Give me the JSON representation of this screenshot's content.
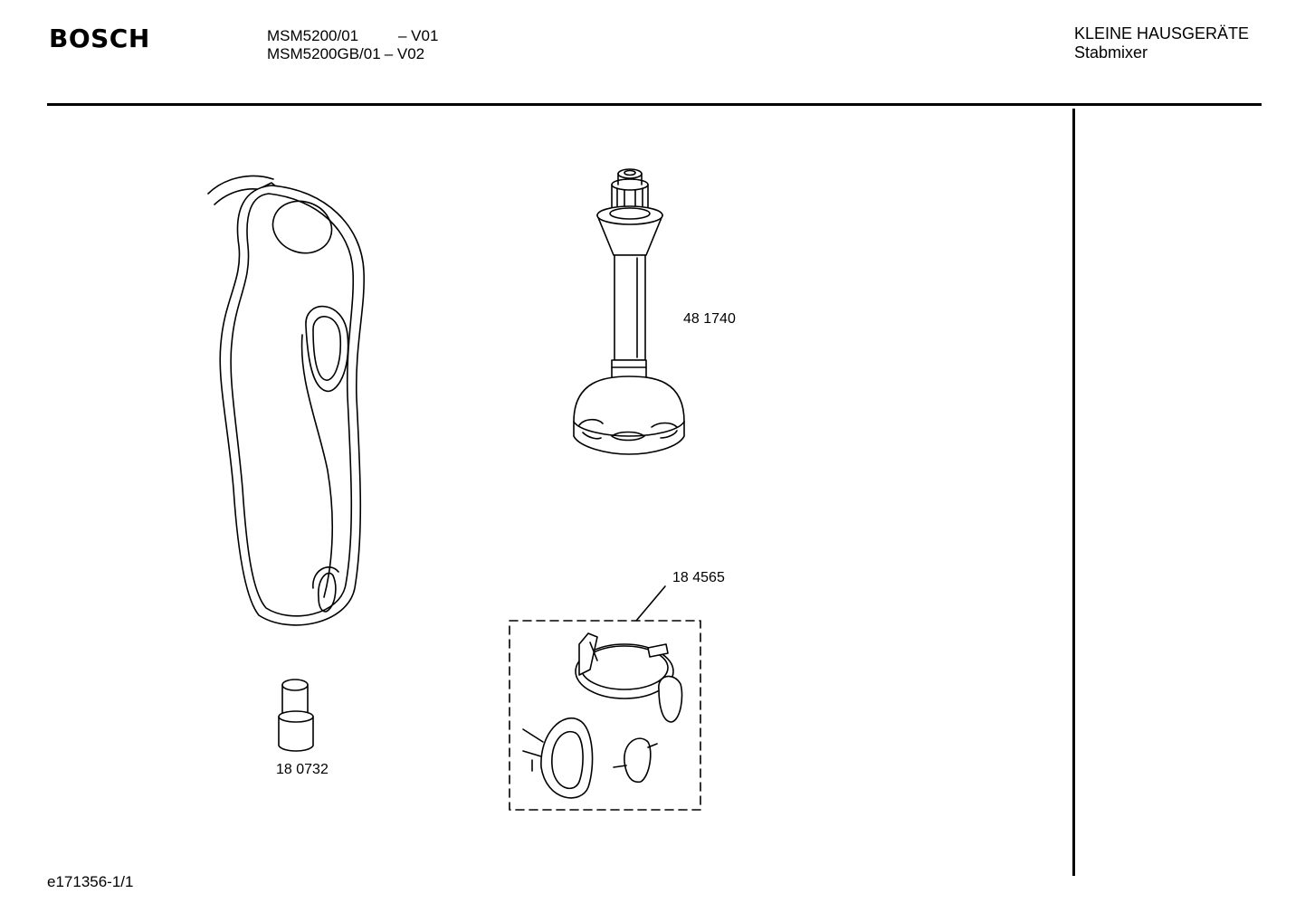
{
  "header": {
    "brand": "BOSCH",
    "models": [
      {
        "code": "MSM5200/01",
        "version": "– V01"
      },
      {
        "code": "MSM5200GB/01",
        "version": "– V02"
      }
    ],
    "category": "KLEINE HAUSGERÄTE",
    "subcategory": "Stabmixer"
  },
  "parts": [
    {
      "number": "48 1740"
    },
    {
      "number": "18 4565"
    },
    {
      "number": "18 0732"
    }
  ],
  "footer": {
    "doc_id": "e171356-1/1"
  }
}
